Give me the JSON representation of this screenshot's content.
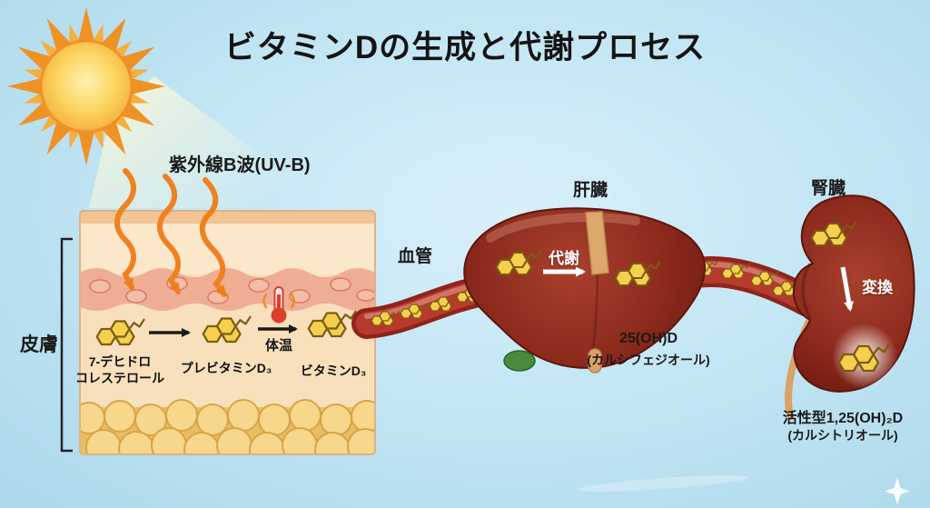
{
  "title": "ビタミンDの生成と代謝プロセス",
  "uv": {
    "label": "紫外線B波(UV-B)"
  },
  "skin": {
    "label": "皮膚",
    "temperature_label": "体温",
    "steps": [
      {
        "line1": "7-デヒドロ",
        "line2": "コレステロール"
      },
      {
        "name": "プレビタミンD₃"
      },
      {
        "name": "ビタミンD₃"
      }
    ]
  },
  "vessel": {
    "label": "血管"
  },
  "liver": {
    "label": "肝臓",
    "process_label": "代謝",
    "product": "25(OH)D",
    "product_alt_name": "(カルシフェジオール)"
  },
  "kidney": {
    "label": "腎臓",
    "process_label": "変換",
    "product": "活性型1,25(OH)₂D",
    "product_alt_name": "(カルシトリオール)"
  },
  "icons": {
    "sun": "sun-icon",
    "thermometer": "thermometer-icon",
    "molecule": "molecule-icon",
    "sparkle": "sparkle-icon"
  },
  "colors": {
    "sky_blue": "#c5e7f5",
    "organ_red": "#8c2a1c",
    "vessel_red": "#b73a2e",
    "molecule_yellow": "#f4d04e",
    "uv_orange": "#ef8121",
    "skin_cream": "#f9e0bd",
    "skin_pink": "#efad94",
    "fat_yellow": "#e9be63",
    "ligament_tan": "#dda86b",
    "text_dark": "#1a1a1a",
    "text_white": "#ffffff"
  }
}
